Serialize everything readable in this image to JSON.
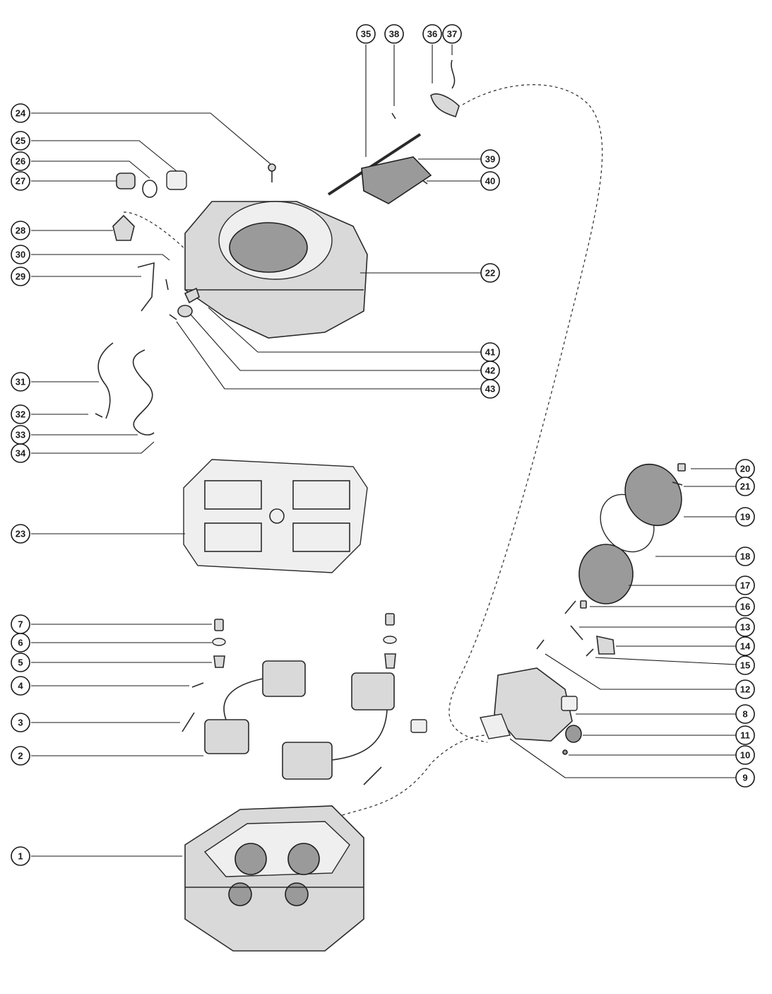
{
  "diagram": {
    "callouts": [
      {
        "id": "1",
        "label": "1"
      },
      {
        "id": "2",
        "label": "2"
      },
      {
        "id": "3",
        "label": "3"
      },
      {
        "id": "4",
        "label": "4"
      },
      {
        "id": "5",
        "label": "5"
      },
      {
        "id": "6",
        "label": "6"
      },
      {
        "id": "7",
        "label": "7"
      },
      {
        "id": "8",
        "label": "8"
      },
      {
        "id": "9",
        "label": "9"
      },
      {
        "id": "10",
        "label": "10"
      },
      {
        "id": "11",
        "label": "11"
      },
      {
        "id": "12",
        "label": "12"
      },
      {
        "id": "13",
        "label": "13"
      },
      {
        "id": "14",
        "label": "14"
      },
      {
        "id": "15",
        "label": "15"
      },
      {
        "id": "16",
        "label": "16"
      },
      {
        "id": "17",
        "label": "17"
      },
      {
        "id": "18",
        "label": "18"
      },
      {
        "id": "19",
        "label": "19"
      },
      {
        "id": "20",
        "label": "20"
      },
      {
        "id": "21",
        "label": "21"
      },
      {
        "id": "22",
        "label": "22"
      },
      {
        "id": "23",
        "label": "23"
      },
      {
        "id": "24",
        "label": "24"
      },
      {
        "id": "25",
        "label": "25"
      },
      {
        "id": "26",
        "label": "26"
      },
      {
        "id": "27",
        "label": "27"
      },
      {
        "id": "28",
        "label": "28"
      },
      {
        "id": "29",
        "label": "29"
      },
      {
        "id": "30",
        "label": "30"
      },
      {
        "id": "31",
        "label": "31"
      },
      {
        "id": "32",
        "label": "32"
      },
      {
        "id": "33",
        "label": "33"
      },
      {
        "id": "34",
        "label": "34"
      },
      {
        "id": "35",
        "label": "35"
      },
      {
        "id": "36",
        "label": "36"
      },
      {
        "id": "37",
        "label": "37"
      },
      {
        "id": "38",
        "label": "38"
      },
      {
        "id": "39",
        "label": "39"
      },
      {
        "id": "40",
        "label": "40"
      },
      {
        "id": "41",
        "label": "41"
      },
      {
        "id": "42",
        "label": "42"
      },
      {
        "id": "43",
        "label": "43"
      }
    ]
  }
}
